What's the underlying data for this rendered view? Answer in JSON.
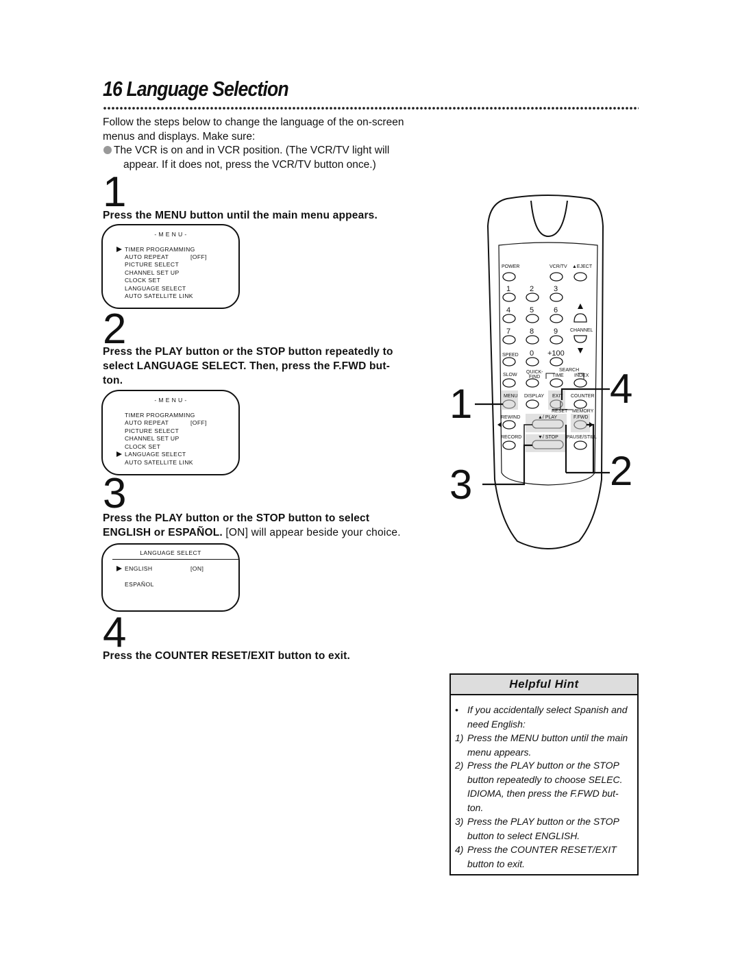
{
  "page": {
    "title": "16 Language Selection",
    "intro_line1": "Follow the steps below to change the language of the on-screen",
    "intro_line2": "menus and displays. Make sure:",
    "bullet_line1": "The VCR is on and in VCR position. (The VCR/TV light will",
    "bullet_line2": "appear. If it does not, press the VCR/TV button once.)"
  },
  "steps": [
    {
      "number": "1",
      "heading": "Press the MENU button until the main menu appears."
    },
    {
      "number": "2",
      "heading_line1": "Press the PLAY button or the STOP button repeatedly to",
      "heading_line2": "select LANGUAGE SELECT. Then, press the F.FWD but-",
      "heading_line3": "ton."
    },
    {
      "number": "3",
      "heading_line1": "Press the PLAY button or the STOP button to select",
      "heading_bold2": "ENGLISH or ESPAÑOL.",
      "heading_normal2": "[ON] will appear beside your choice."
    },
    {
      "number": "4",
      "heading": "Press the COUNTER RESET/EXIT button to exit."
    }
  ],
  "osd1": {
    "title": "- M E N U -",
    "items": [
      "TIMER PROGRAMMING",
      "AUTO REPEAT",
      "PICTURE SELECT",
      "CHANNEL SET UP",
      "CLOCK SET",
      "LANGUAGE SELECT",
      "AUTO SATELLITE LINK"
    ],
    "auto_repeat_value": "[OFF]"
  },
  "osd2": {
    "title": "- M E N U -",
    "items": [
      "TIMER PROGRAMMING",
      "AUTO REPEAT",
      "PICTURE SELECT",
      "CHANNEL SET UP",
      "CLOCK SET",
      "LANGUAGE SELECT",
      "AUTO SATELLITE LINK"
    ],
    "auto_repeat_value": "[OFF]"
  },
  "osd3": {
    "title": "LANGUAGE SELECT",
    "english": "ENGLISH",
    "english_value": "[ON]",
    "espanol": "ESPAÑOL"
  },
  "remote": {
    "power": "POWER",
    "vcrtv": "VCR/TV",
    "eject": "▲EJECT",
    "n1": "1",
    "n2": "2",
    "n3": "3",
    "n4": "4",
    "n5": "5",
    "n6": "6",
    "n7": "7",
    "n8": "8",
    "n9": "9",
    "n0": "0",
    "plus100": "+100",
    "channel": "CHANNEL",
    "speed": "SPEED",
    "search": "SEARCH",
    "slow": "SLOW",
    "quick_find1": "QUICK-",
    "quick_find2": "FIND",
    "time": "TIME",
    "index": "INDEX",
    "menu": "MENU",
    "display": "DISPLAY",
    "exit": "EXIT",
    "counter": "COUNTER",
    "reset": "RESET",
    "memory": "MEMORY",
    "rewind": "REWIND",
    "play": "▲/ PLAY",
    "ffwd": "F.FWD",
    "record": "RECORD",
    "stop": "▼/ STOP",
    "pause_still": "PAUSE/STILL"
  },
  "callouts": {
    "c1": "1",
    "c3": "3",
    "c4": "4",
    "c2": "2"
  },
  "hint": {
    "header": "Helpful Hint",
    "items": [
      {
        "label": "•",
        "text": "If you accidentally select Spanish and need English:"
      },
      {
        "label": "1)",
        "text": "Press the MENU button until the main menu appears."
      },
      {
        "label": "2)",
        "text": "Press the PLAY button or the STOP button repeatedly to choose SELEC. IDIOMA, then press the F.FWD but-ton."
      },
      {
        "label": "3)",
        "text": "Press the PLAY button or the STOP button to select ENGLISH."
      },
      {
        "label": "4)",
        "text": "Press the COUNTER RESET/EXIT button to exit."
      }
    ]
  }
}
